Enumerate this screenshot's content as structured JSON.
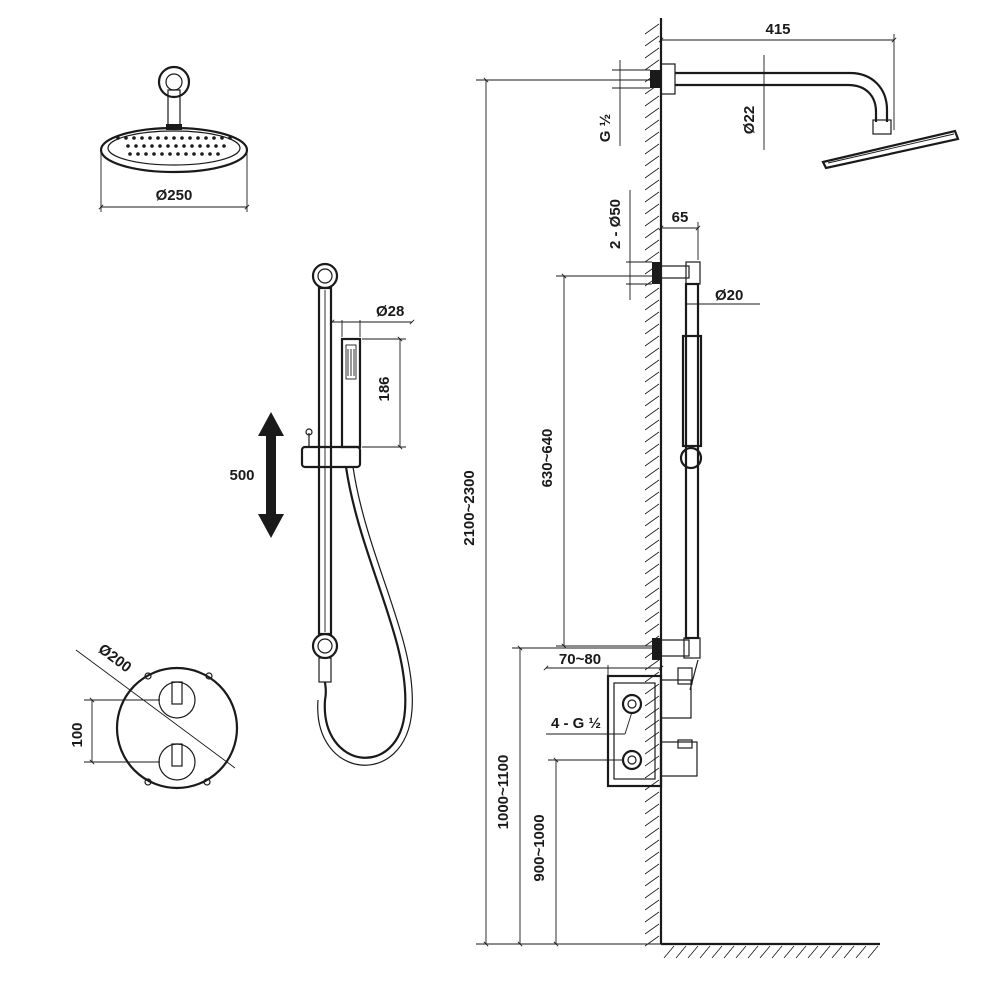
{
  "diagram": {
    "labels": {
      "head_diameter": "Ø250",
      "slide_travel": "500",
      "handshower_diameter": "Ø28",
      "handshower_length": "186",
      "plate_diameter": "Ø200",
      "handle_spacing": "100",
      "total_height": "2100~2300",
      "arm_length": "415",
      "arm_thread": "G ½",
      "arm_diameter": "Ø22",
      "bracket_diameter": "2 - Ø50",
      "bracket_offset": "65",
      "rail_diameter": "Ø20",
      "rail_length": "630~640",
      "box_depth": "70~80",
      "box_outlets": "4 - G ½",
      "valve_height": "1000~1100",
      "inlet_height": "900~1000"
    },
    "colors": {
      "line": "#1a1a1a",
      "background": "#ffffff"
    }
  }
}
